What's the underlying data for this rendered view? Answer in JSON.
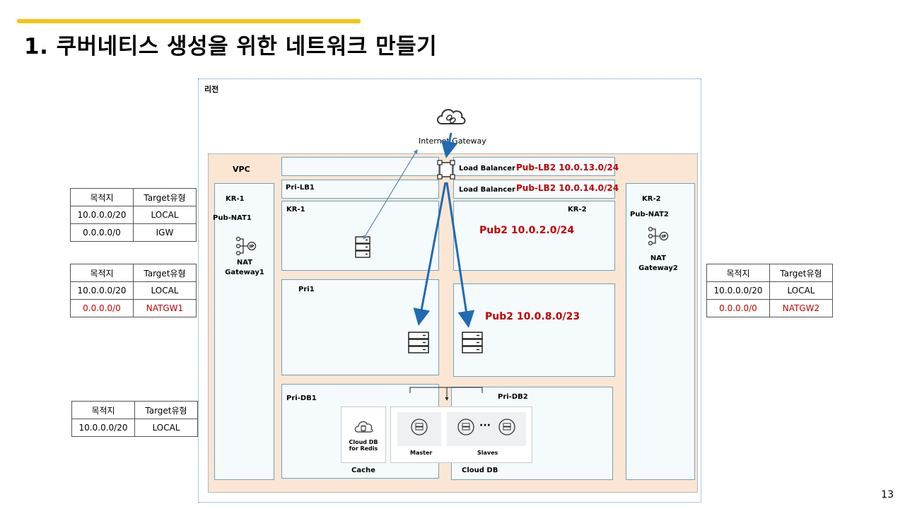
{
  "page": {
    "title": "1. 쿠버네티스 생성을 위한 네트워크 만들기",
    "page_number": "13",
    "accent_color": "#f5c518"
  },
  "diagram": {
    "region_label": "리전",
    "internet_gateway_label": "Internet Gateway",
    "vpc_label": "VPC",
    "kr1_left_label": "KR-1",
    "pub_nat1_label": "Pub-NAT1",
    "nat_gateway1_label": "NAT\nGateway1",
    "kr2_right_label": "KR-2",
    "pub_nat2_label": "Pub-NAT2",
    "nat_gateway2_label": "NAT\nGateway2",
    "lb_row1_label": "Load Balancer",
    "lb_row1_subnet": "Pub-LB2 10.0.13.0/24",
    "lb_row2_label": "Load Balancer",
    "lb_row2_subnet": "Pub-LB2 10.0.14.0/24",
    "pri_lb1_label": "Pri-LB1",
    "kr1_inner_label": "KR-1",
    "kr2_inner_label": "KR-2",
    "pub2_a_subnet": "Pub2  10.0.2.0/24",
    "pri1_label": "Pri1",
    "pub2_b_subnet": "Pub2  10.0.8.0/23",
    "pri_db1_label": "Pri-DB1",
    "pri_db2_label": "Pri-DB2",
    "cloud_db_redis_label": "Cloud DB\nfor Redis",
    "cache_label": "Cache",
    "master_label": "Master",
    "slaves_label": "Slaves",
    "ellipsis": "···",
    "cloud_db_label": "Cloud DB",
    "ip_badge": "IP",
    "colors": {
      "arrow": "#1f6bb4",
      "subnet_text": "#c00000",
      "vpc_fill": "#fbe6d3",
      "border": "#6fa3bf"
    }
  },
  "route_tables": {
    "header": {
      "dest": "목적지",
      "target": "Target유형"
    },
    "left_public": [
      {
        "dest": "10.0.0.0/20",
        "target": "LOCAL"
      },
      {
        "dest": "0.0.0.0/0",
        "target": "IGW"
      }
    ],
    "left_private_nat": [
      {
        "dest": "10.0.0.0/20",
        "target": "LOCAL"
      },
      {
        "dest": "0.0.0.0/0",
        "target": "NATGW1"
      }
    ],
    "left_db": [
      {
        "dest": "10.0.0.0/20",
        "target": "LOCAL"
      }
    ],
    "right_private_nat": [
      {
        "dest": "10.0.0.0/20",
        "target": "LOCAL"
      },
      {
        "dest": "0.0.0.0/0",
        "target": "NATGW2"
      }
    ]
  }
}
